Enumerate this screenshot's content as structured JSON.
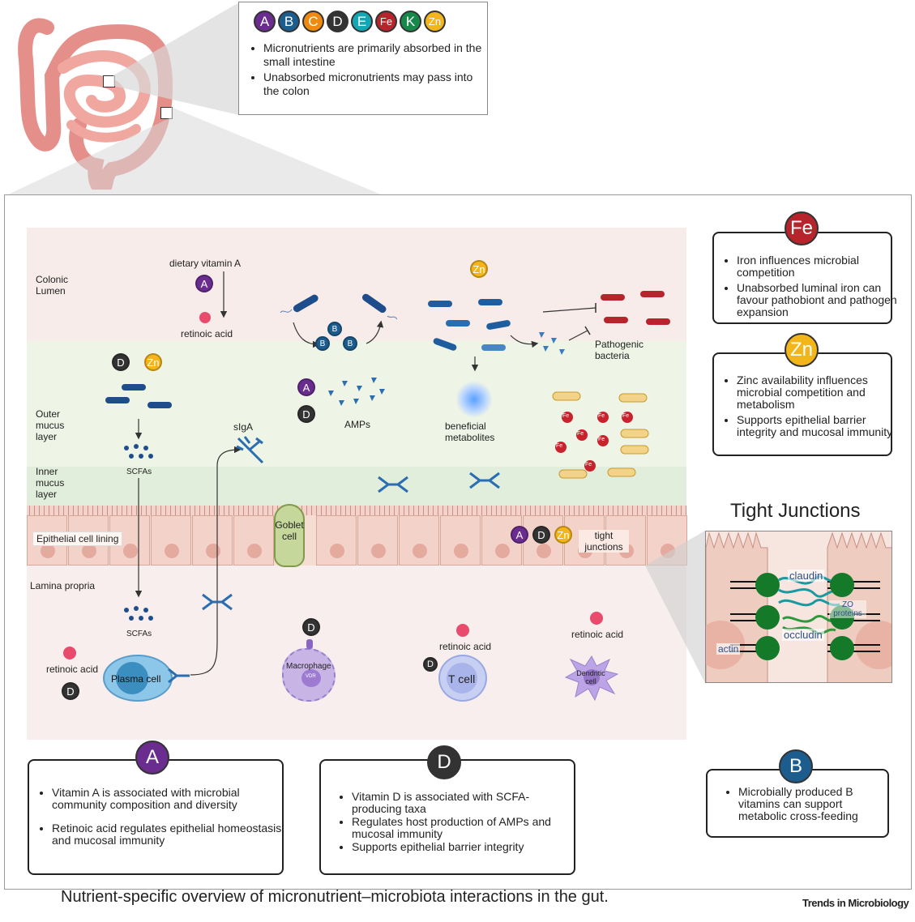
{
  "top_legend": {
    "badges": [
      {
        "label": "A",
        "color": "#6a2c8f"
      },
      {
        "label": "B",
        "color": "#1d5d8e"
      },
      {
        "label": "C",
        "color": "#ef8a10"
      },
      {
        "label": "D",
        "color": "#333333"
      },
      {
        "label": "E",
        "color": "#12a7b2"
      },
      {
        "label": "Fe",
        "color": "#b8242b"
      },
      {
        "label": "K",
        "color": "#17884a"
      },
      {
        "label": "Zn",
        "color": "#f2b51a"
      }
    ],
    "bullets": [
      "Micronutrients are primarily absorbed in the small intestine",
      "Unabsorbed micronutrients may pass into the colon"
    ]
  },
  "regions": {
    "lumen": "Colonic Lumen",
    "outer_mucus": "Outer mucus layer",
    "inner_mucus": "Inner mucus layer",
    "epithelial": "Epithelial cell lining",
    "lamina": "Lamina propria"
  },
  "labels": {
    "dietary_vitamin_a": "dietary vitamin A",
    "retinoic_acid": "retinoic acid",
    "scfas": "SCFAs",
    "siga": "sIgA",
    "amps": "AMPs",
    "beneficial_metabolites": "beneficial metabolites",
    "pathogenic_bacteria": "Pathogenic bacteria",
    "goblet_cell": "Goblet cell",
    "tight_junctions": "tight junctions",
    "plasma_cell": "Plasma cell",
    "macrophage": "Macrophage",
    "vdr": "VDR",
    "t_cell": "T cell",
    "dendritic_cell": "Dendritic cell",
    "fe": "Fe"
  },
  "tight_junctions_panel": {
    "title": "Tight Junctions",
    "claudin": "claudin",
    "zo": "ZO proteins",
    "occludin": "occludin",
    "actin": "actin"
  },
  "info_boxes": {
    "fe": {
      "badge": "Fe",
      "color": "#b8242b",
      "bullets": [
        "Iron influences microbial competition",
        "Unabsorbed luminal iron can favour pathobiont and pathogen expansion"
      ]
    },
    "zn": {
      "badge": "Zn",
      "color": "#f2b51a",
      "bullets": [
        "Zinc availability influences microbial competition and metabolism",
        "Supports epithelial barrier integrity and mucosal immunity"
      ]
    },
    "a": {
      "badge": "A",
      "color": "#6a2c8f",
      "bullets": [
        "Vitamin A is associated with microbial community composition and diversity",
        "Retinoic acid regulates epithelial homeostasis and mucosal immunity"
      ]
    },
    "d": {
      "badge": "D",
      "color": "#333333",
      "bullets": [
        "Vitamin D is associated with SCFA-producing taxa",
        "Regulates host production of AMPs and mucosal immunity",
        "Supports epithelial barrier integrity"
      ]
    },
    "b": {
      "badge": "B",
      "color": "#1d5d8e",
      "bullets": [
        "Microbially produced B vitamins can support metabolic cross-feeding"
      ]
    }
  },
  "caption": "Nutrient-specific overview of micronutrient–microbiota interactions in the gut.",
  "journal": "Trends in Microbiology"
}
